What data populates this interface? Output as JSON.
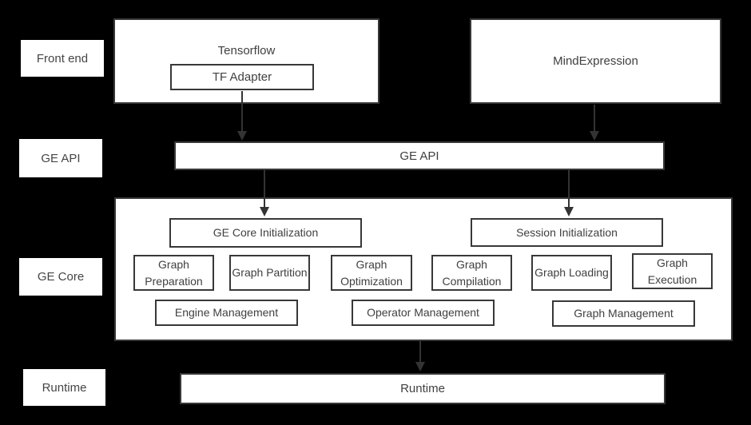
{
  "diagram": {
    "colors": {
      "background": "#000000",
      "box_fill": "#ffffff",
      "box_border": "#383838",
      "text": "#404040",
      "arrow": "#333333"
    },
    "layers": [
      {
        "label": "Front end"
      },
      {
        "label": "GE API"
      },
      {
        "label": "GE Core"
      },
      {
        "label": "Runtime"
      }
    ],
    "nodes": {
      "tensorflow": "Tensorflow",
      "tf_adapter": "TF Adapter",
      "mindexpression": "MindExpression",
      "ge_api": "GE API",
      "ge_core_initialization": "GE Core Initialization",
      "session_initialization": "Session Initialization",
      "graph_preparation": "Graph Preparation",
      "graph_partition": "Graph Partition",
      "graph_optimization": "Graph Optimization",
      "graph_compilation": "Graph Compilation",
      "graph_loading": "Graph Loading",
      "graph_execution": "Graph Execution",
      "engine_management": "Engine Management",
      "operator_management": "Operator Management",
      "graph_management": "Graph Management",
      "runtime": "Runtime"
    },
    "edges": [
      {
        "from": "TF Adapter",
        "to": "GE API"
      },
      {
        "from": "MindExpression",
        "to": "GE API"
      },
      {
        "from": "GE API",
        "to": "GE Core Initialization"
      },
      {
        "from": "GE API",
        "to": "Session Initialization"
      },
      {
        "from": "GE Core",
        "to": "Runtime"
      }
    ]
  }
}
